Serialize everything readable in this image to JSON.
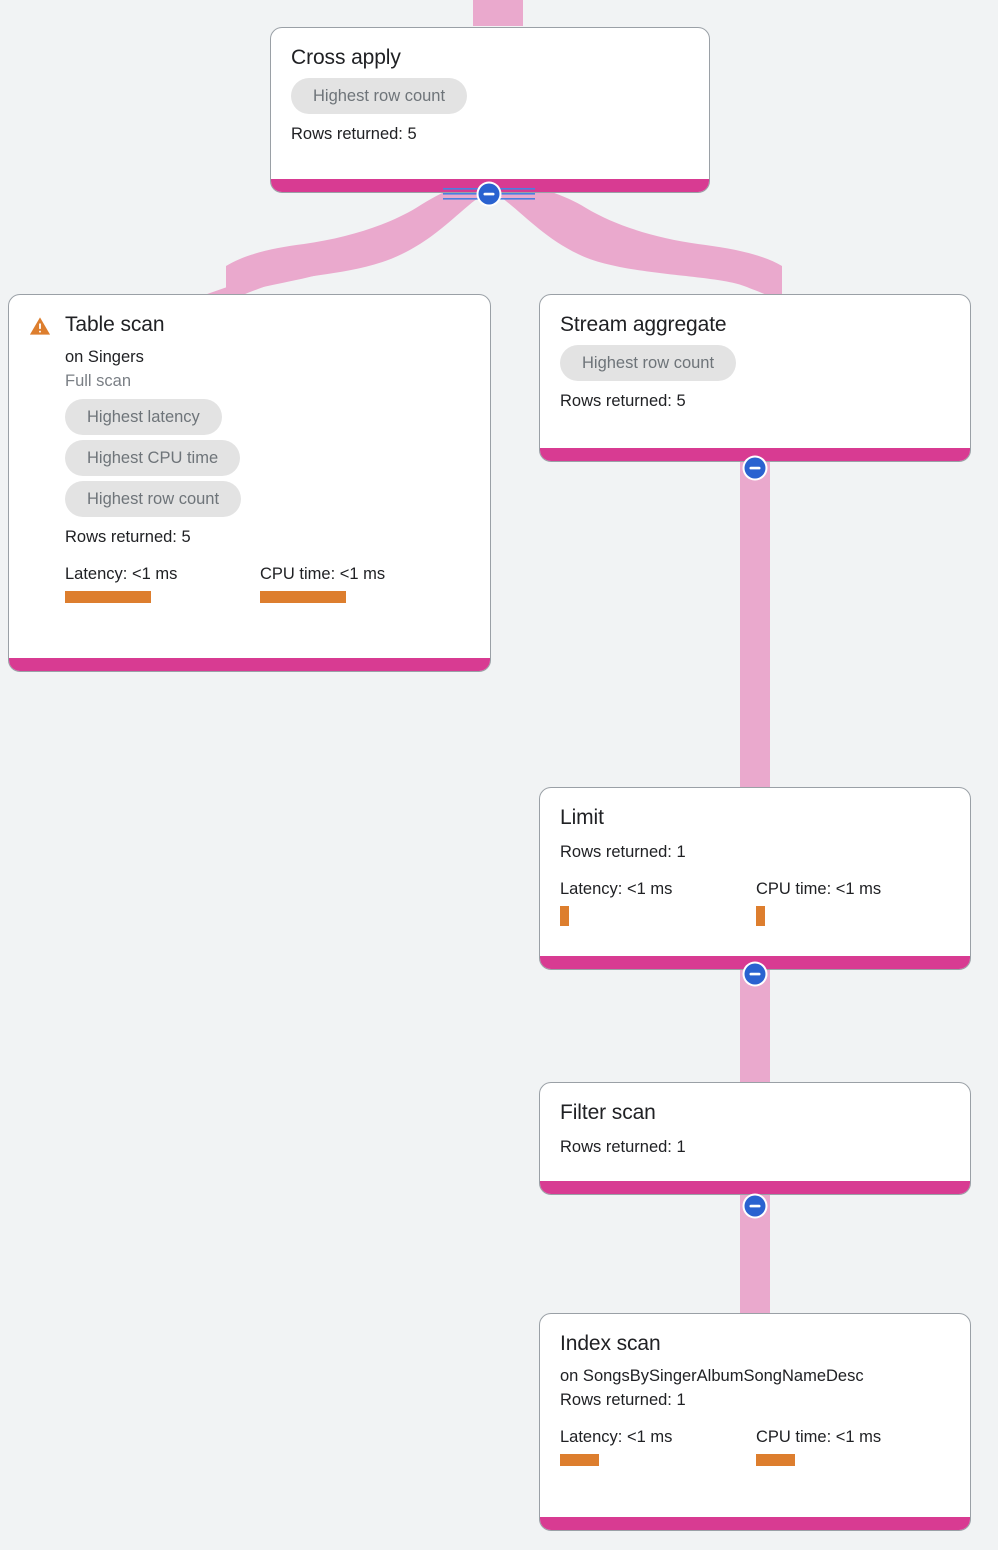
{
  "theme": {
    "background": "#f1f3f4",
    "node_border": "#9aa0a6",
    "node_accent": "#d83b92",
    "edge_color": "#eaa9cd",
    "chip_bg": "#e3e3e3",
    "chip_text": "#6e7479",
    "metric_bar": "#dd7e2e",
    "warning": "#dd7e2e",
    "collapse_button": "#2a62d0",
    "text_primary": "#202124",
    "text_muted": "#7a7f85"
  },
  "labels": {
    "rows_returned_prefix": "Rows returned: ",
    "latency_prefix": "Latency: ",
    "cpu_prefix": "CPU time: ",
    "on_prefix": "on "
  },
  "nodes": [
    {
      "id": "cross-apply",
      "title": "Cross apply",
      "chips": [
        "Highest row count"
      ],
      "rows_returned": "Rows returned: 5",
      "warning": false
    },
    {
      "id": "table-scan",
      "title": "Table scan",
      "target": "on Singers",
      "scan_type": "Full scan",
      "chips": [
        "Highest latency",
        "Highest CPU time",
        "Highest row count"
      ],
      "rows_returned": "Rows returned: 5",
      "latency": "Latency: <1 ms",
      "cpu_time": "CPU time: <1 ms",
      "warning": true
    },
    {
      "id": "stream-aggregate",
      "title": "Stream aggregate",
      "chips": [
        "Highest row count"
      ],
      "rows_returned": "Rows returned: 5",
      "warning": false
    },
    {
      "id": "limit",
      "title": "Limit",
      "chips": [],
      "rows_returned": "Rows returned: 1",
      "latency": "Latency: <1 ms",
      "cpu_time": "CPU time: <1 ms",
      "warning": false
    },
    {
      "id": "filter-scan",
      "title": "Filter scan",
      "chips": [],
      "rows_returned": "Rows returned: 1",
      "warning": false
    },
    {
      "id": "index-scan",
      "title": "Index scan",
      "target": "on SongsBySingerAlbumSongNameDesc",
      "chips": [],
      "rows_returned": "Rows returned: 1",
      "latency": "Latency: <1 ms",
      "cpu_time": "CPU time: <1 ms",
      "warning": false
    }
  ],
  "collapse_buttons": [
    {
      "id": "collapse-cross-apply",
      "label": "−"
    },
    {
      "id": "collapse-stream-aggregate",
      "label": "−"
    },
    {
      "id": "collapse-limit",
      "label": "−"
    },
    {
      "id": "collapse-filter-scan",
      "label": "−"
    }
  ]
}
